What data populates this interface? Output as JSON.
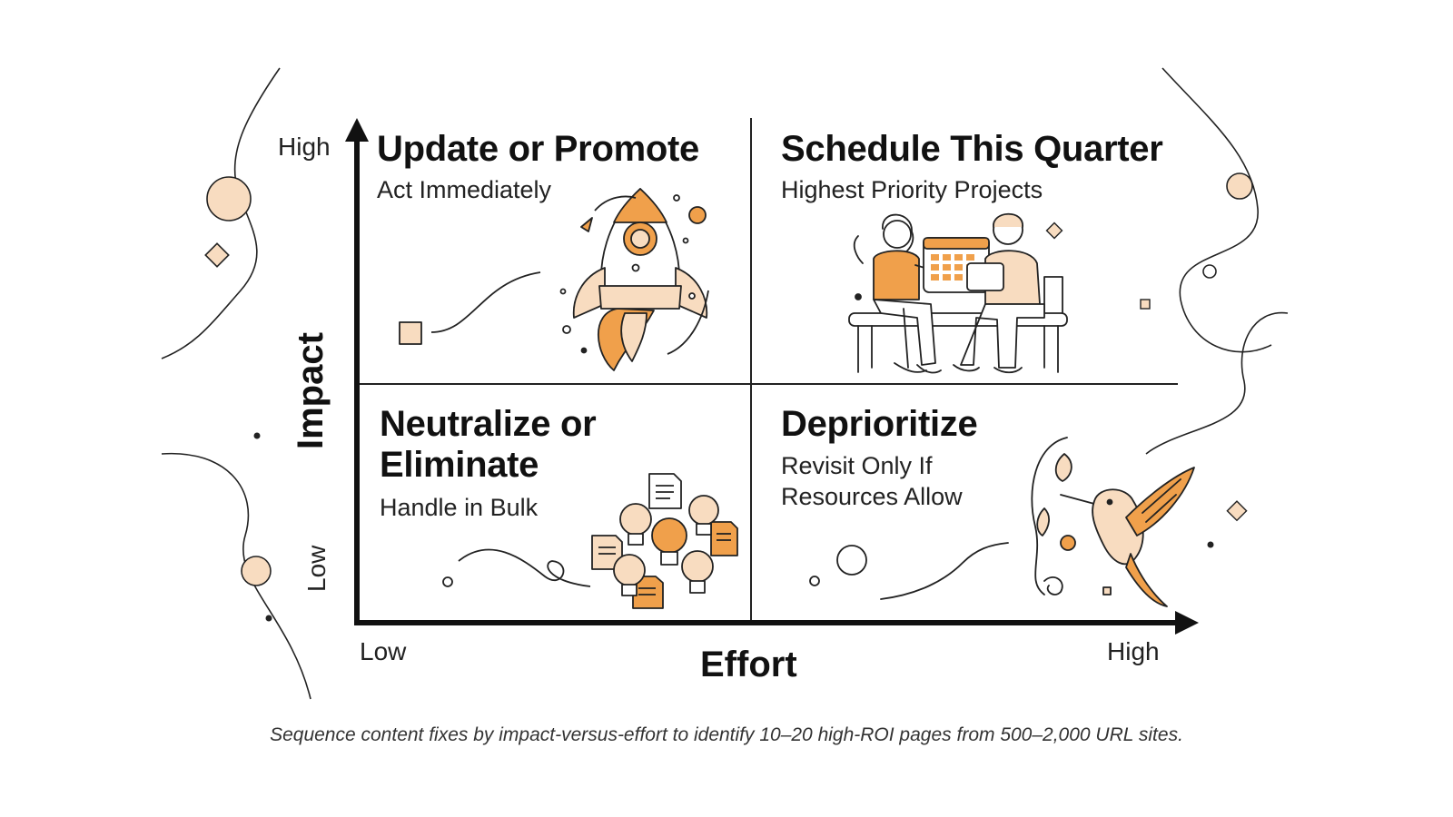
{
  "quadrants": {
    "top_left": {
      "title": "Update or Promote",
      "subtitle": "Act Immediately"
    },
    "top_right": {
      "title": "Schedule This Quarter",
      "subtitle": "Highest Priority Projects"
    },
    "bottom_left": {
      "title_line1": "Neutralize or",
      "title_line2": "Eliminate",
      "subtitle": "Handle in Bulk"
    },
    "bottom_right": {
      "title": "Deprioritize",
      "subtitle_line1": "Revisit Only If",
      "subtitle_line2": "Resources Allow"
    }
  },
  "y_axis": {
    "title": "Impact",
    "high_label": "High",
    "low_label": "Low"
  },
  "x_axis": {
    "title": "Effort",
    "low_label": "Low",
    "high_label": "High"
  },
  "caption": "Sequence content fixes by impact-versus-effort to identify 10–20 high-ROI pages from 500–2,000 URL sites.",
  "colors": {
    "accent": "#f0a04b",
    "accent_light": "#f8dcc0",
    "ink": "#111111",
    "line": "#222222"
  },
  "icons": [
    "rocket-icon",
    "people-calendar-icon",
    "lightbulbs-documents-icon",
    "hummingbird-icon"
  ]
}
